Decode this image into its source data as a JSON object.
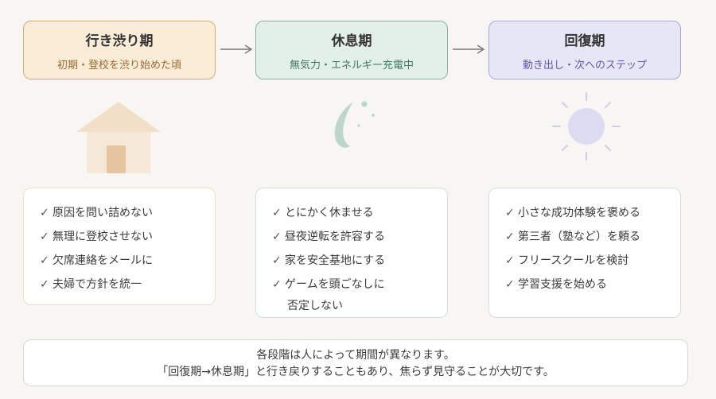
{
  "stages": [
    {
      "title": "行き渋り期",
      "subtitle": "初期・登校を渋り始めた頃"
    },
    {
      "title": "休息期",
      "subtitle": "無気力・エネルギー充電中"
    },
    {
      "title": "回復期",
      "subtitle": "動き出し・次へのステップ"
    }
  ],
  "checklists": [
    [
      "原因を問い詰めない",
      "無理に登校させない",
      "欠席連絡をメールに",
      "夫婦で方針を統一"
    ],
    [
      "とにかく休ませる",
      "昼夜逆転を許容する",
      "家を安全基地にする",
      "ゲームを頭ごなしに",
      "否定しない"
    ],
    [
      "小さな成功体験を褒める",
      "第三者（塾など）を頼る",
      "フリースクールを検討",
      "学習支援を始める"
    ]
  ],
  "check_mark": "✓",
  "note": {
    "line1": "各段階は人によって期間が異なります。",
    "line2": "「回復期→休息期」と行き戻りすることもあり、焦らず見守ることが大切です。"
  },
  "icons": {
    "stage1": "house-icon",
    "stage2": "moon-icon",
    "stage3": "sun-icon"
  },
  "colors": {
    "stage1_accent": "#d7aa73",
    "stage2_accent": "#86b5a0",
    "stage3_accent": "#a9a6dd"
  }
}
